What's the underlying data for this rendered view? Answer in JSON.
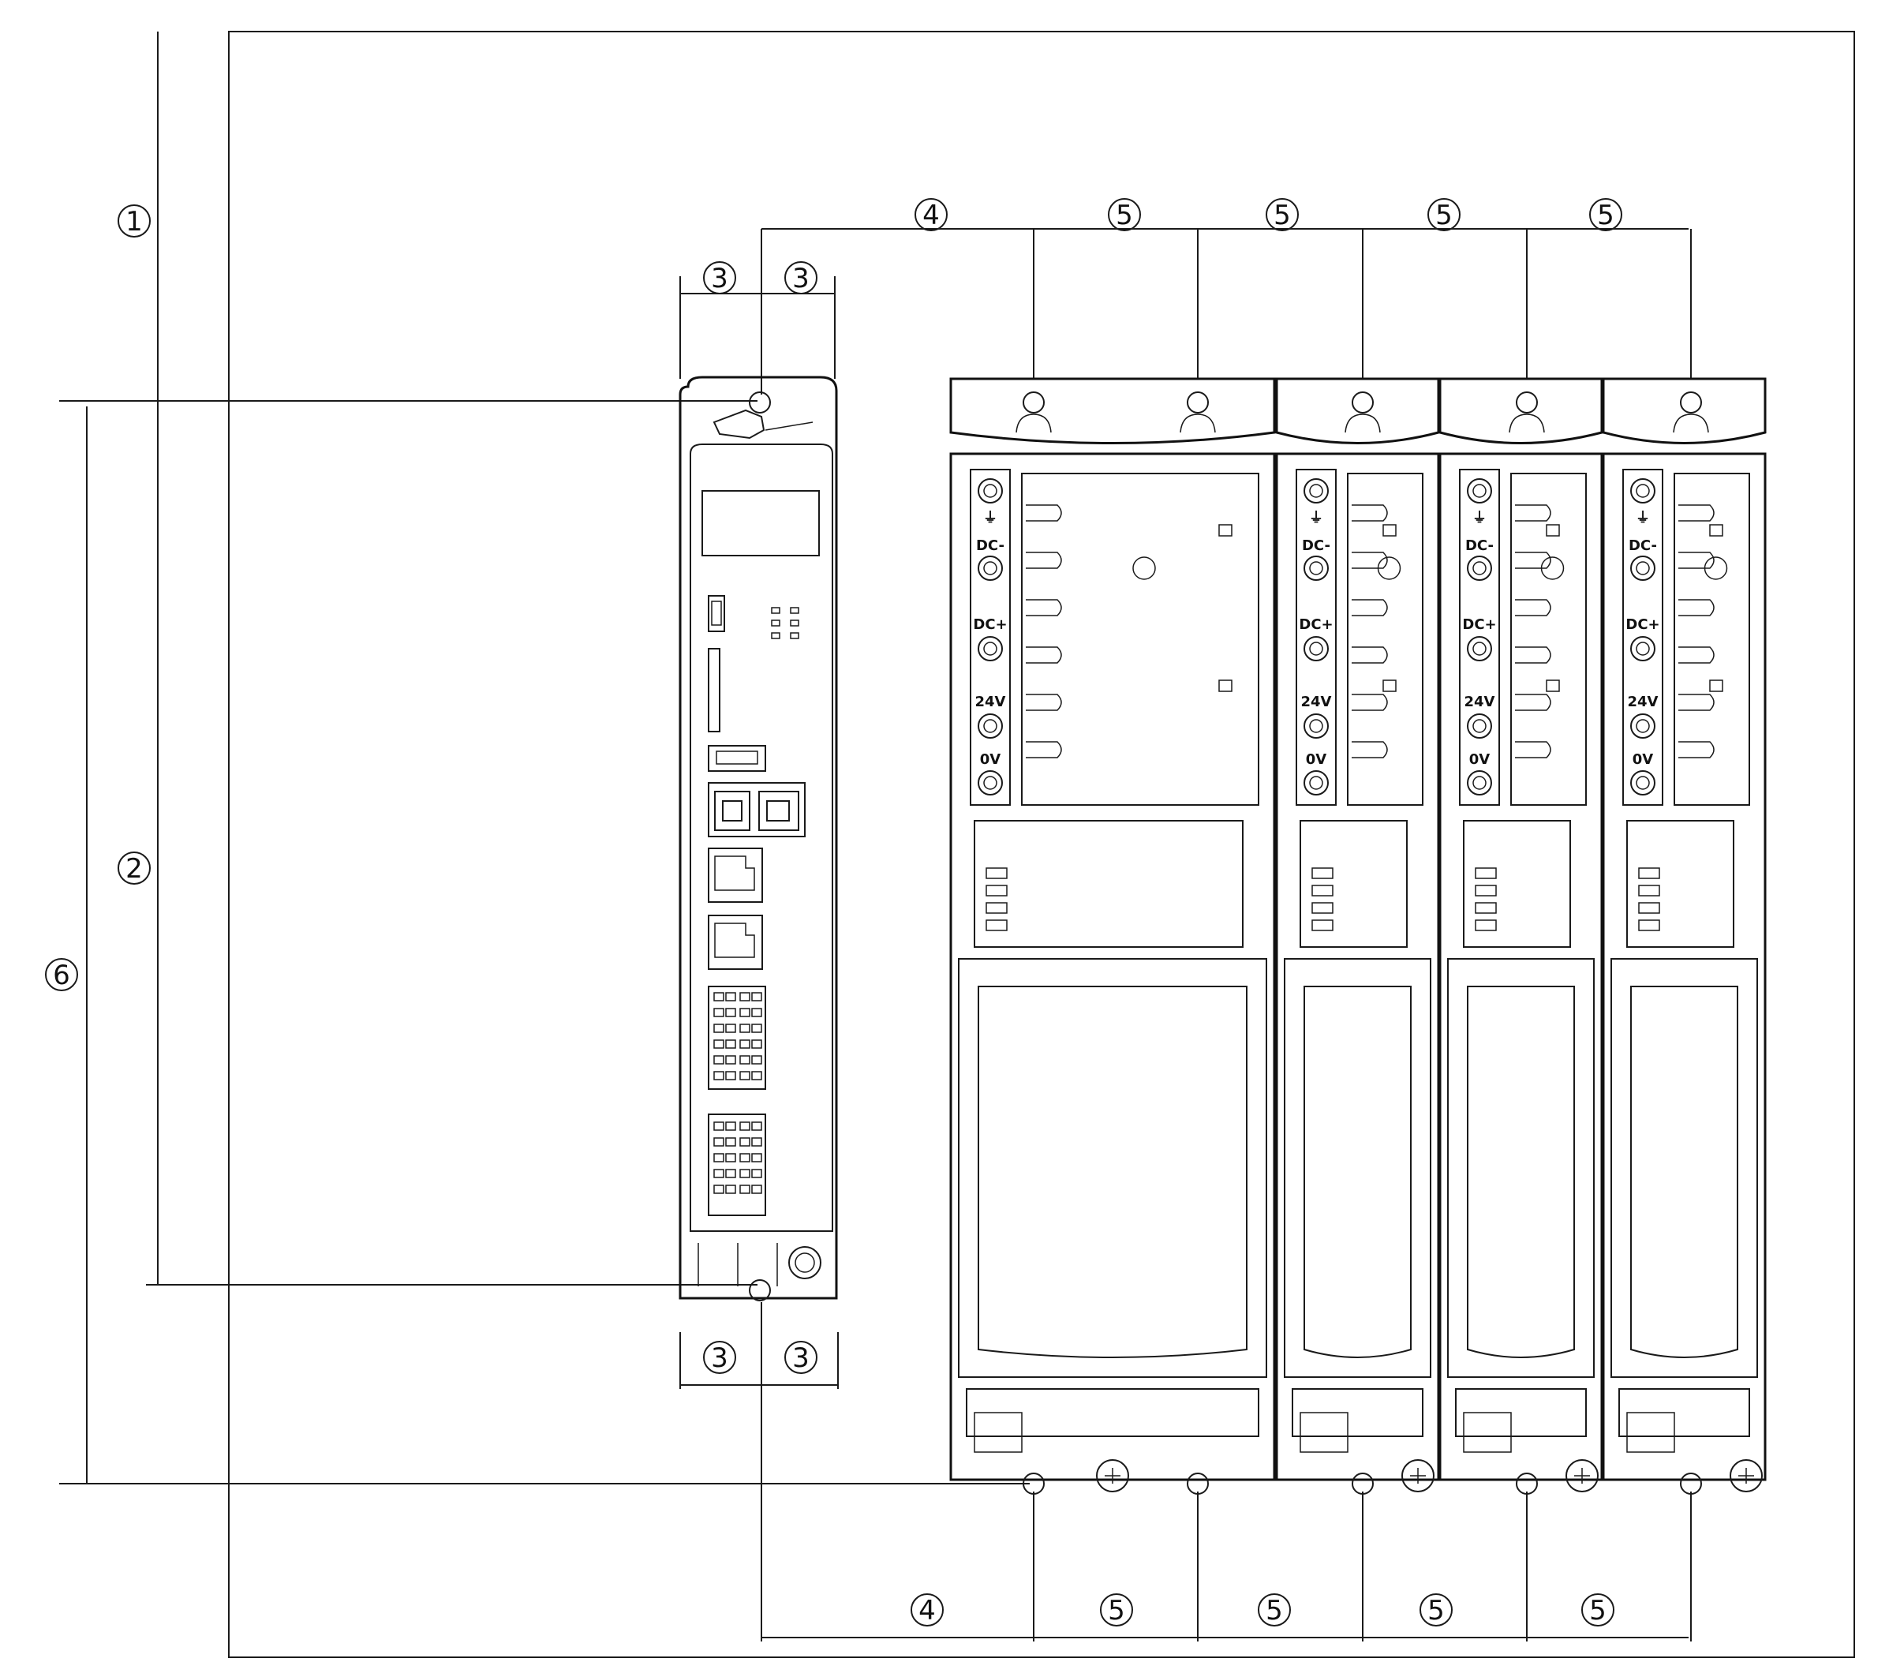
{
  "callouts": {
    "one": "1",
    "two": "2",
    "three": "3",
    "four": "4",
    "five": "5",
    "six": "6"
  },
  "terminals": [
    "⏚",
    "DC-",
    "DC+",
    "24V",
    "0V"
  ]
}
